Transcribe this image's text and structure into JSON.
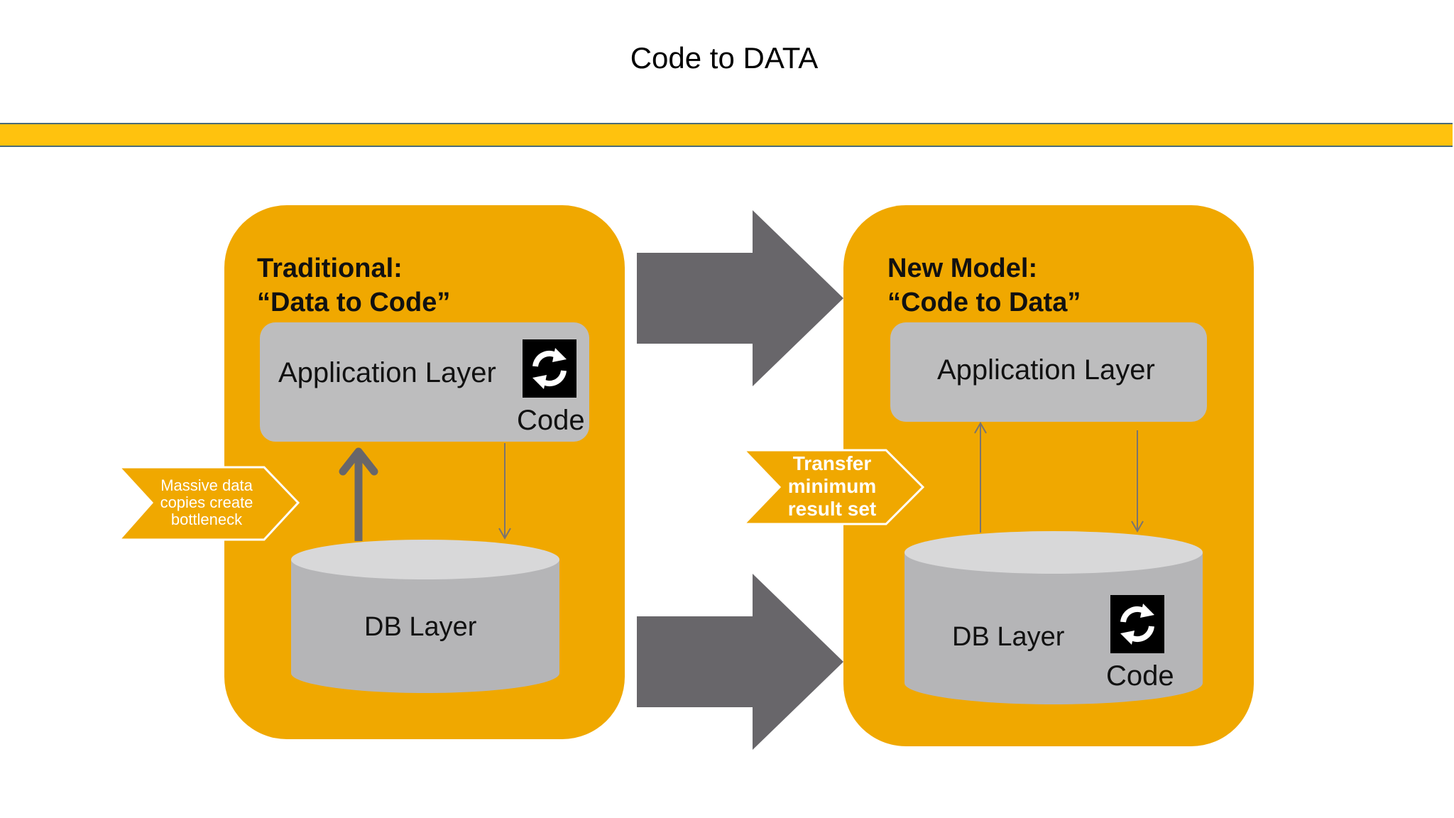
{
  "slide": {
    "title": "Code to DATA"
  },
  "colors": {
    "panel": "#f0a800",
    "accent_bar": "#ffc20e",
    "box": "#bdbdbe",
    "arrow": "#68666a"
  },
  "traditional": {
    "heading": "Traditional:\n“Data to Code”",
    "app_label": "Application Layer",
    "code_label": "Code",
    "db_label": "DB Layer",
    "callout": "Massive data\ncopies create\nbottleneck"
  },
  "new_model": {
    "heading": "New Model:\n“Code to Data”",
    "app_label": "Application Layer",
    "code_label": "Code",
    "db_label": "DB Layer",
    "callout": "Transfer\nminimum\nresult set"
  },
  "icons": {
    "code": "refresh-cycle-icon"
  }
}
